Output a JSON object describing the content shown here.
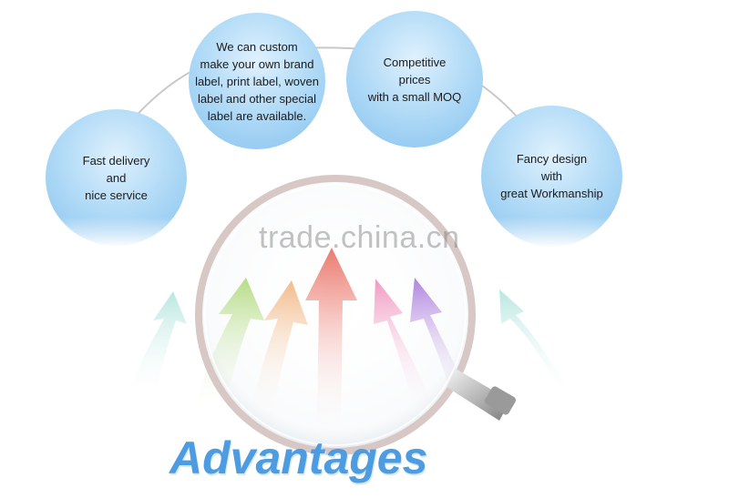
{
  "bubbles": {
    "custom": "We can custom\nmake your own brand\nlabel, print label, woven\nlabel and other special\nlabel are available.",
    "prices": "Competitive\nprices\nwith a small MOQ",
    "delivery": "Fast delivery\nand\nnice service",
    "design": "Fancy design\nwith\ngreat Workmanship"
  },
  "watermark": "trade.china.cn",
  "title": "Advantages",
  "icons": {
    "magnifier": "magnifying-glass-icon",
    "arrows": "upward-arrows-icon"
  },
  "colors": {
    "bubble": "#a9d5f5",
    "title": "#4d9be0",
    "arrow_green": "#a8d66a",
    "arrow_orange": "#f2b27a",
    "arrow_red": "#e8685a",
    "arrow_pink": "#f08cb8",
    "arrow_purple": "#a06ad8",
    "arrow_teal": "#7fd3c6"
  }
}
